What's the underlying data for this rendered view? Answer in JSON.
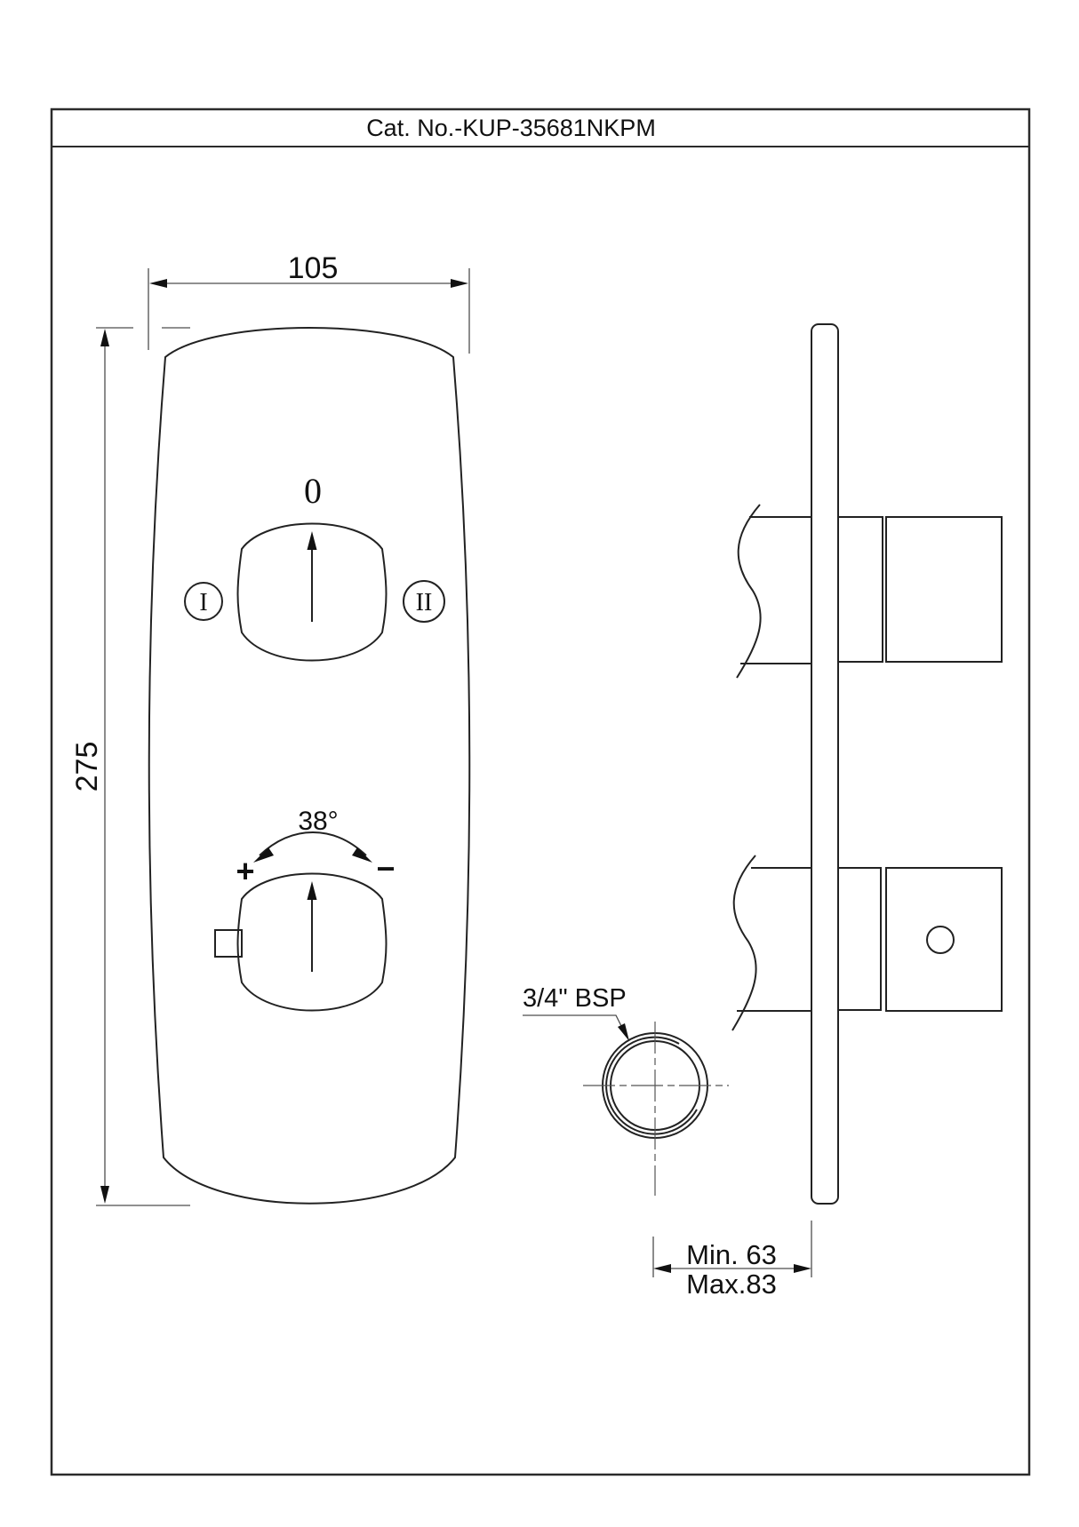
{
  "title_block": {
    "catalog_label": "Cat. No.-KUP-35681NKPM"
  },
  "front_view": {
    "width_dimension": "105",
    "height_dimension": "275",
    "diverter_knob": {
      "position_label": "0",
      "left_port_label": "I",
      "right_port_label": "II"
    },
    "temperature_knob": {
      "angle_label": "38°",
      "hot_label": "+",
      "cold_label": "−"
    }
  },
  "side_view": {
    "inlet_label": "3/4\" BSP",
    "depth_min_label": "Min. 63",
    "depth_max_label": "Max.83"
  },
  "colors": {
    "object_line": "#222222",
    "dimension_line": "#4d4d4d",
    "background": "#ffffff"
  }
}
